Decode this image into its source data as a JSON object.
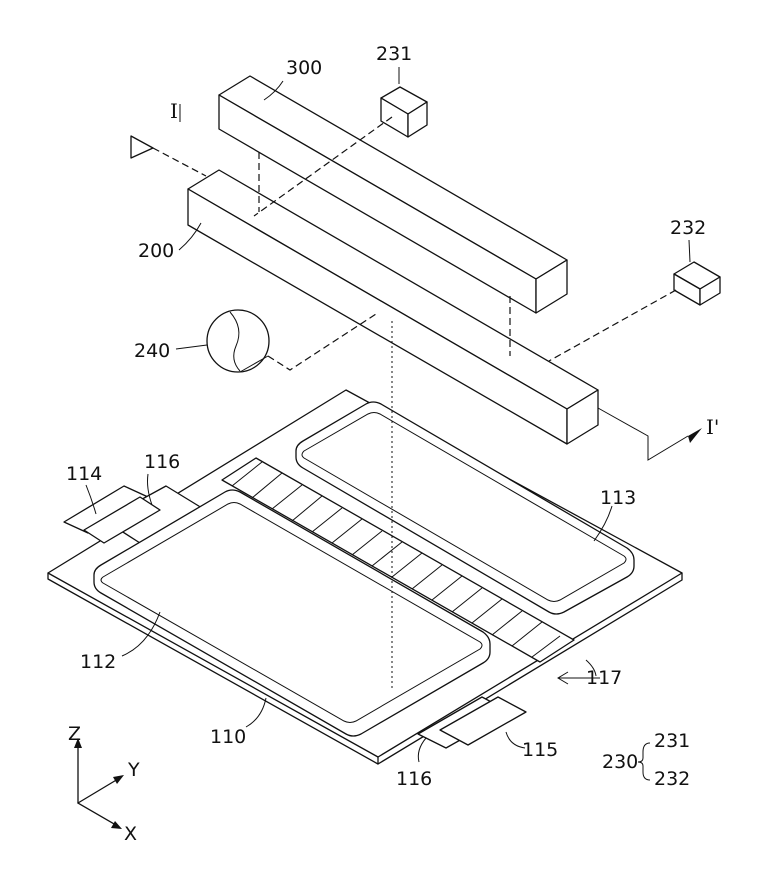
{
  "labels": {
    "ref_300": "300",
    "ref_231": "231",
    "ref_232": "232",
    "ref_200": "200",
    "ref_240": "240",
    "ref_116_top": "116",
    "ref_114": "114",
    "ref_113": "113",
    "ref_112": "112",
    "ref_117": "117",
    "ref_110": "110",
    "ref_116_bottom": "116",
    "ref_115": "115",
    "ref_230": "230",
    "ref_230_231": "231",
    "ref_230_232": "232",
    "section_start": "I",
    "section_end": "I'",
    "axis_z": "Z",
    "axis_y": "Y",
    "axis_x": "X"
  }
}
